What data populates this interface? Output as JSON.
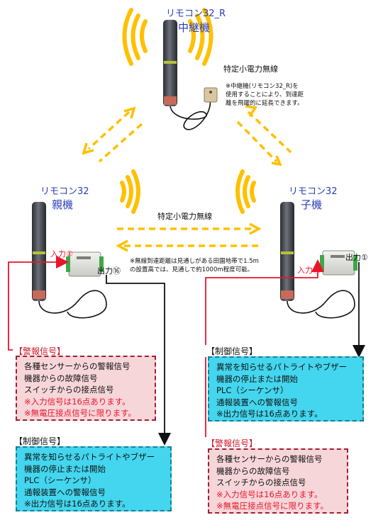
{
  "relay": {
    "name": "リモコン32_R",
    "role": "中継機",
    "band": "特定小電力無線",
    "note": "※中継機(リモコン32_R)を使用することにより、到達距離を飛躍的に延長できます。"
  },
  "parent": {
    "name": "リモコン32",
    "role": "親機",
    "input_label": "入力①",
    "output_label": "出力⑯"
  },
  "child": {
    "name": "リモコン32",
    "role": "子機",
    "input_label": "入力⑯",
    "output_label": "出力①"
  },
  "link": {
    "band": "特定小電力無線",
    "note": "※無線到達距離は見通しがある田園地帯で1.5mの設置高では、見通しで約1000m程度可能。"
  },
  "boxes": {
    "parent_alarm": {
      "title": "【警報信号】",
      "lines": [
        "各種センサーからの警報信号",
        "機器からの故障信号",
        "スイッチからの接点信号"
      ],
      "red_lines": [
        "※入力信号は16点あります。",
        "※無電圧接点信号に限ります。"
      ]
    },
    "parent_control": {
      "title": "【制御信号】",
      "lines": [
        "異常を知らせるパトライトやブザー",
        "機器の停止または開始",
        "PLC（シーケンサ）",
        "通報装置への警報信号",
        "※出力信号は16点あります。"
      ]
    },
    "child_control": {
      "title": "【制御信号】",
      "lines": [
        "異常を知らせるパトライトやブザー",
        "機器の停止または開始",
        "PLC（シーケンサ）",
        "通報装置への警報信号",
        "※出力信号は16点あります。"
      ]
    },
    "child_alarm": {
      "title": "【警報信号】",
      "lines": [
        "各種センサーからの警報信号",
        "機器からの故障信号",
        "スイッチからの接点信号"
      ],
      "red_lines": [
        "※入力信号は16点あります。",
        "※無電圧接点信号に限ります。"
      ]
    }
  },
  "colors": {
    "wave": "#ffc000",
    "arrow_dashed": "#ffc000",
    "alarm_fill": "#f7d6da",
    "alarm_border": "#a02030",
    "control_fill": "#43d6ee",
    "control_border": "#1a7d92",
    "signal_line": "#e8162b",
    "title_blue": "#2a3fb5"
  }
}
